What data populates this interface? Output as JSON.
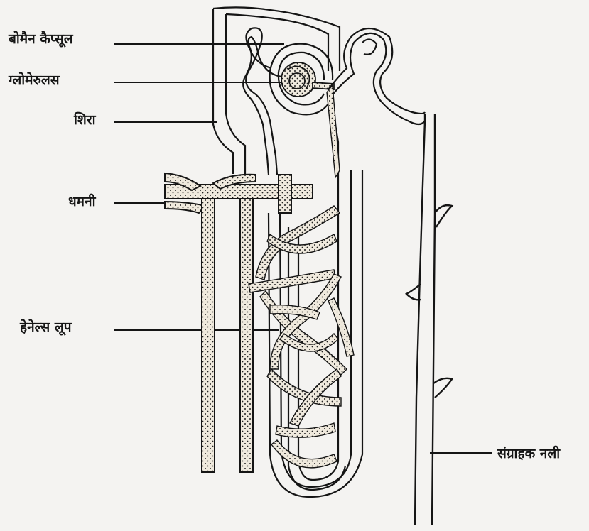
{
  "labels": {
    "bowman_capsule": "बोमैन कैप्सूल",
    "glomerulus": "ग्लोमेरुलस",
    "vein": "शिरा",
    "artery": "धमनी",
    "henles_loop": "हेनेल्स लूप",
    "collecting_duct": "संग्राहक नली"
  },
  "colors": {
    "ink": "#151515",
    "paper": "#f4f3f1",
    "vessel_fill": "#efe9dd"
  }
}
